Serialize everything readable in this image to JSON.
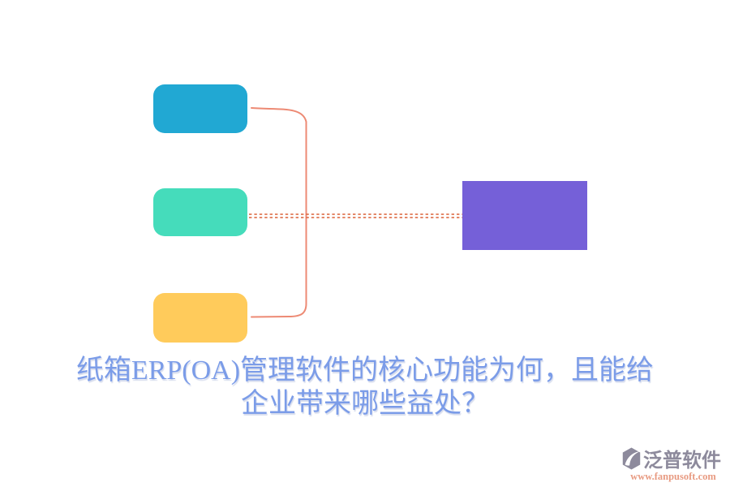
{
  "diagram": {
    "source_nodes": [
      {
        "id": "node-top",
        "color": "#21A8D3"
      },
      {
        "id": "node-middle",
        "color": "#45DCBB"
      },
      {
        "id": "node-bottom",
        "color": "#FFCB5B"
      }
    ],
    "target_node": {
      "color": "#7560D8"
    },
    "bracket_connector_color": "#ED8A74",
    "dashed_connector_color": "#DC6238"
  },
  "title": {
    "line1": "纸箱ERP(OA)管理软件的核心功能为何，且能给",
    "line2": "企业带来哪些益处？",
    "color": "#7B9CE8"
  },
  "watermark": {
    "brand": "泛普软件",
    "url": "www.fanpusoft.com",
    "brand_color": "#8D8A9C",
    "url_color": "#E89B82"
  }
}
